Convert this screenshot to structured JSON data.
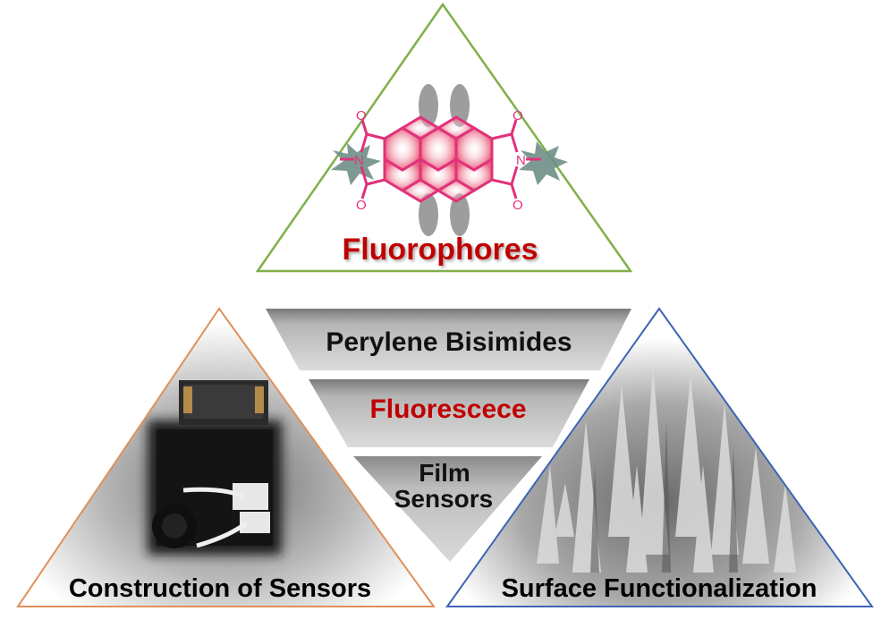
{
  "top": {
    "label": "Fluorophores",
    "molecule_atoms": {
      "oxygen": "O",
      "nitrogen": "N"
    }
  },
  "center": {
    "band1": "Perylene Bisimides",
    "band2": "Fluorescece",
    "band3_line1": "Film",
    "band3_line2": "Sensors"
  },
  "left": {
    "label": "Construction of Sensors"
  },
  "right": {
    "label": "Surface Functionalization"
  },
  "colors": {
    "top_outline": "#7fb04a",
    "left_outline": "#e0905a",
    "right_outline": "#3f63b8",
    "accent_red": "#c00000",
    "molecule": "#e0327a",
    "center_grey": "#a6a6a6",
    "star": "#6f8f86"
  }
}
